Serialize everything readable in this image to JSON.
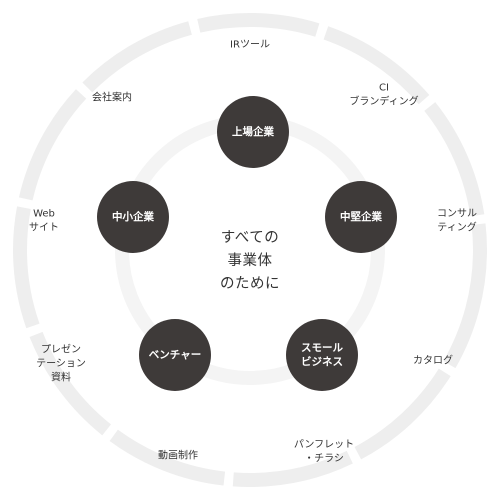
{
  "colors": {
    "node_fill": "#3e3a39",
    "ring": "#eeeeee",
    "inner_disc": "#f4f4f4",
    "label_text": "#333333",
    "node_text": "#ffffff"
  },
  "center": {
    "lines": [
      "すべての",
      "事業体",
      "のために"
    ]
  },
  "nodes": [
    {
      "id": "listed",
      "lines": [
        "上場企業"
      ]
    },
    {
      "id": "midsize",
      "lines": [
        "中堅企業"
      ]
    },
    {
      "id": "small",
      "lines": [
        "スモール",
        "ビジネス"
      ]
    },
    {
      "id": "venture",
      "lines": [
        "ベンチャー"
      ]
    },
    {
      "id": "sme",
      "lines": [
        "中小企業"
      ]
    }
  ],
  "services": [
    {
      "id": "ir-tools",
      "lines": [
        "IRツール"
      ]
    },
    {
      "id": "ci-branding",
      "lines": [
        "CI",
        "ブランディング"
      ]
    },
    {
      "id": "consulting",
      "lines": [
        "コンサル",
        "ティング"
      ]
    },
    {
      "id": "catalog",
      "lines": [
        "カタログ"
      ]
    },
    {
      "id": "pamphlet-flyer",
      "lines": [
        "パンフレット",
        "・チラシ"
      ]
    },
    {
      "id": "video",
      "lines": [
        "動画制作"
      ]
    },
    {
      "id": "presentation",
      "lines": [
        "プレゼン",
        "テーション",
        "資料"
      ]
    },
    {
      "id": "web-site",
      "lines": [
        "Web",
        "サイト"
      ]
    },
    {
      "id": "company-profile",
      "lines": [
        "会社案内"
      ]
    }
  ]
}
